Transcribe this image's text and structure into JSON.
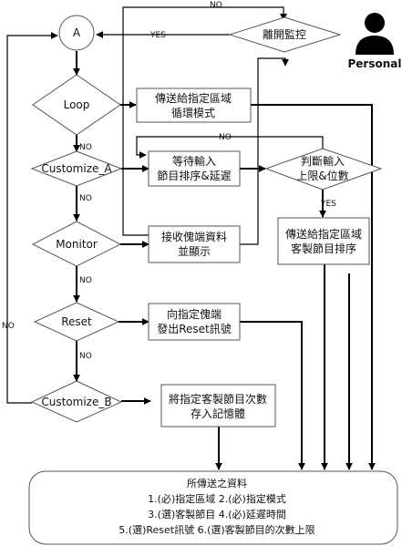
{
  "nodes": {
    "a_circle": "A",
    "loop": "Loop",
    "customize_a": "Customize_A",
    "monitor": "Monitor",
    "reset": "Reset",
    "customize_b": "Customize_B",
    "leave_monitor": "離開監控",
    "loop_action": [
      "傳送給指定區域",
      "循環模式"
    ],
    "wait_input": [
      "等待輸入",
      "節目排序&延遲"
    ],
    "check_input": [
      "判斷輸入",
      "上限&位數"
    ],
    "receive_data": [
      "接收傀端資料",
      "並顯示"
    ],
    "send_custom": [
      "傳送給指定區域",
      "客製節目排序"
    ],
    "reset_action": [
      "向指定傀端",
      "發出Reset訊號"
    ],
    "store_action": [
      "將指定客製節目次數",
      "存入記憶體"
    ],
    "summary_title": "所傳送之資料",
    "summary_lines": [
      "1.(必)指定區域  2.(必)指定模式",
      "3.(選)客製節目  4.(必)延遲時間",
      "5.(選)Reset訊號 6.(選)客製節目的次數上限"
    ]
  },
  "edge_labels": {
    "no": "NO",
    "yes": "YES"
  },
  "personal": {
    "label": "Personal",
    "icon": "person-icon"
  }
}
